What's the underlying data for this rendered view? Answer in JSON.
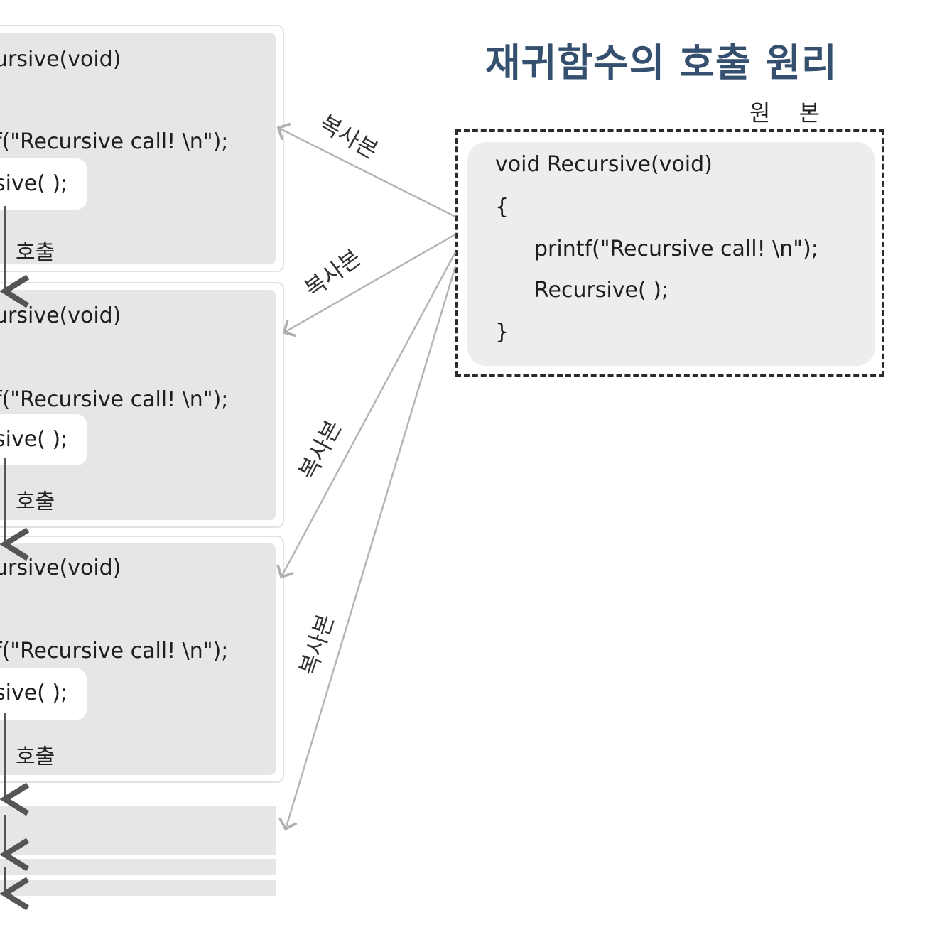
{
  "title": "재귀함수의 호출 원리",
  "original": {
    "label": "원 본",
    "code": {
      "signature": "void Recursive(void)",
      "open_brace": "{",
      "printf_line": "printf(\"Recursive call! \\n\");",
      "call_line": "Recursive( );",
      "close_brace": "}"
    }
  },
  "copy_label": "복사본",
  "frames": [
    {
      "signature": "ursive(void)",
      "printf_line": "f(\"Recursive call! \\n\");",
      "call_line": "sive( );",
      "call_label": "호출"
    },
    {
      "signature": "ursive(void)",
      "printf_line": "f(\"Recursive call! \\n\");",
      "call_line": "sive( );",
      "call_label": "호출"
    },
    {
      "signature": "ursive(void)",
      "printf_line": "f(\"Recursive call! \\n\");",
      "call_line": "sive( );",
      "call_label": "호출"
    }
  ],
  "colors": {
    "title": "#35506e",
    "frame_fill": "#e6e6e6",
    "original_fill": "#eceeee",
    "arrow": "#555555",
    "copy_line": "#b5b5b5"
  }
}
